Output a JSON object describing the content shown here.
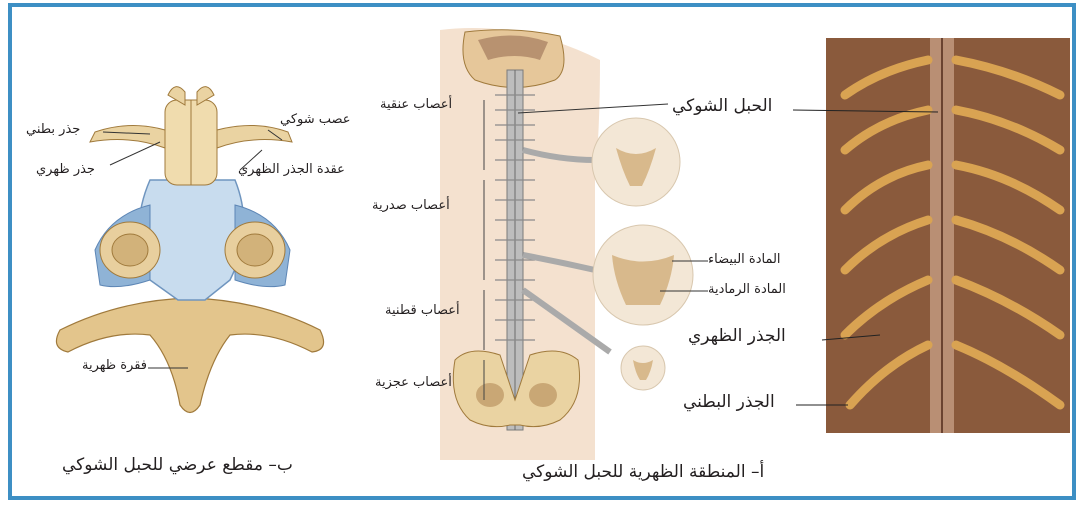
{
  "colors": {
    "frame": "#3d8fc4",
    "bone": "#e8cf9e",
    "membrane": "#a9c5dd",
    "cord": "#9a9a9a",
    "photo": "#8a5a3c",
    "nerve": "#d9a352"
  },
  "panel_b": {
    "labels": {
      "ventral_root": "جذر بطني",
      "dorsal_root": "جذر ظهري",
      "spinal_nerve": "عصب شوكي",
      "dorsal_root_ganglion": "عقدة الجذر الظهري",
      "vertebra": "فقرة ظهرية"
    },
    "caption": "ب– مقطع عرضي للحبل الشوكي"
  },
  "panel_a": {
    "labels": {
      "cervical": "أعصاب عنقية",
      "thoracic": "أعصاب صدرية",
      "lumbar": "أعصاب قطنية",
      "sacral": "أعصاب عجزية",
      "white_matter": "المادة البيضاء",
      "gray_matter": "المادة الرمادية"
    },
    "caption": "أ– المنطقة الظهرية للحبل الشوكي"
  },
  "photo": {
    "labels": {
      "spinal_cord": "الحبل الشوكي",
      "dorsal_root": "الجذر الظهري",
      "ventral_root": "الجذر البطني"
    }
  }
}
